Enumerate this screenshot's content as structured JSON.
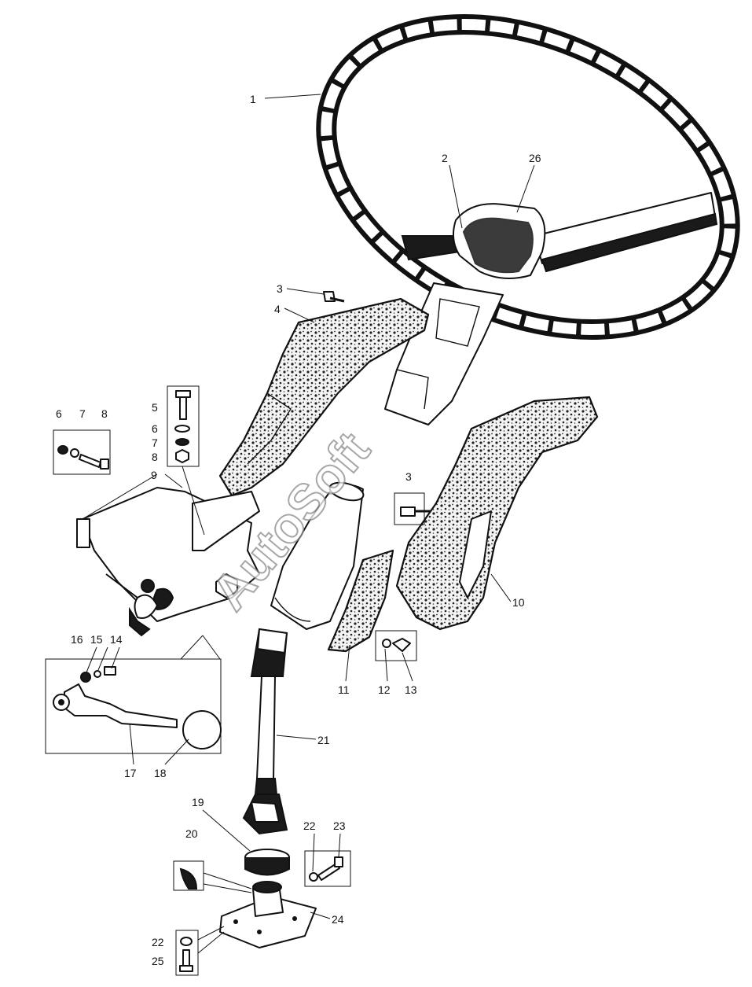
{
  "watermark": "AutoSoft",
  "callouts": {
    "c1": "1",
    "c2": "2",
    "c26": "26",
    "c3a": "3",
    "c4": "4",
    "c5": "5",
    "c6a": "6",
    "c7a": "7",
    "c8a": "8",
    "c6b": "6",
    "c7b": "7",
    "c8b": "8",
    "c9": "9",
    "c3b": "3",
    "c10": "10",
    "c11": "11",
    "c12": "12",
    "c13": "13",
    "c14": "14",
    "c15": "15",
    "c16": "16",
    "c17": "17",
    "c18": "18",
    "c21": "21",
    "c19": "19",
    "c20": "20",
    "c22a": "22",
    "c23": "23",
    "c24": "24",
    "c22b": "22",
    "c25": "25"
  }
}
